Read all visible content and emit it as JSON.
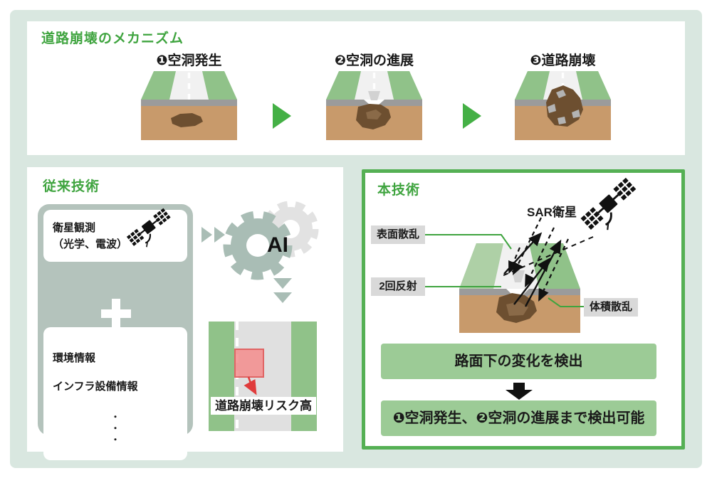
{
  "colors": {
    "canvas": "#d9e7e0",
    "green_text": "#3fa43f",
    "border_green": "#55b054",
    "arrow_green": "#44b045",
    "grass": "#90c289",
    "grass_light": "#aed0a6",
    "road_gray": "#e0e0e0",
    "road_face": "#f1f1f1",
    "band_gray": "#9b9b9b",
    "soil": "#c89a6b",
    "cavity": "#6d4f30",
    "cavity_light": "#8a6a48",
    "sage": "#b4c3bc",
    "sage_icon": "#a9bdb5",
    "gear_gray": "#e2e2e2",
    "label_gray": "#d9d9d9",
    "box_green": "#9ccb96",
    "red_border": "#e05555",
    "red_fill": "#f49090",
    "red_arrow": "#e03c3c",
    "ink": "#1a1a1a"
  },
  "icons": {
    "plus_icon": "＋",
    "right_arrow_icon": "▶",
    "down_arrow_icon": "▼",
    "satellite_icon": "satellite",
    "gear_icon": "gear"
  },
  "mechanism": {
    "title": "道路崩壊のメカニズム",
    "stages": [
      {
        "label": "❶空洞発生"
      },
      {
        "label": "❷空洞の進展"
      },
      {
        "label": "❸道路崩壊"
      }
    ]
  },
  "conventional": {
    "title": "従来技術",
    "satellite_box": {
      "line1": "衛星観測",
      "line2": "（光学、電波）"
    },
    "env_box": {
      "line1": "環境情報",
      "line2": "インフラ設備情報",
      "dots": [
        "・",
        "・",
        "・"
      ]
    },
    "ai_label": "AI",
    "risk_label": "道路崩壊リスク高"
  },
  "technology": {
    "title": "本技術",
    "sar_label": "SAR衛星",
    "surface_label": "表面散乱",
    "double_bounce_label": "2回反射",
    "volume_label": "体積散乱",
    "result_primary": "路面下の変化を検出",
    "result_secondary": "❶空洞発生、❷空洞の進展まで検出可能"
  }
}
